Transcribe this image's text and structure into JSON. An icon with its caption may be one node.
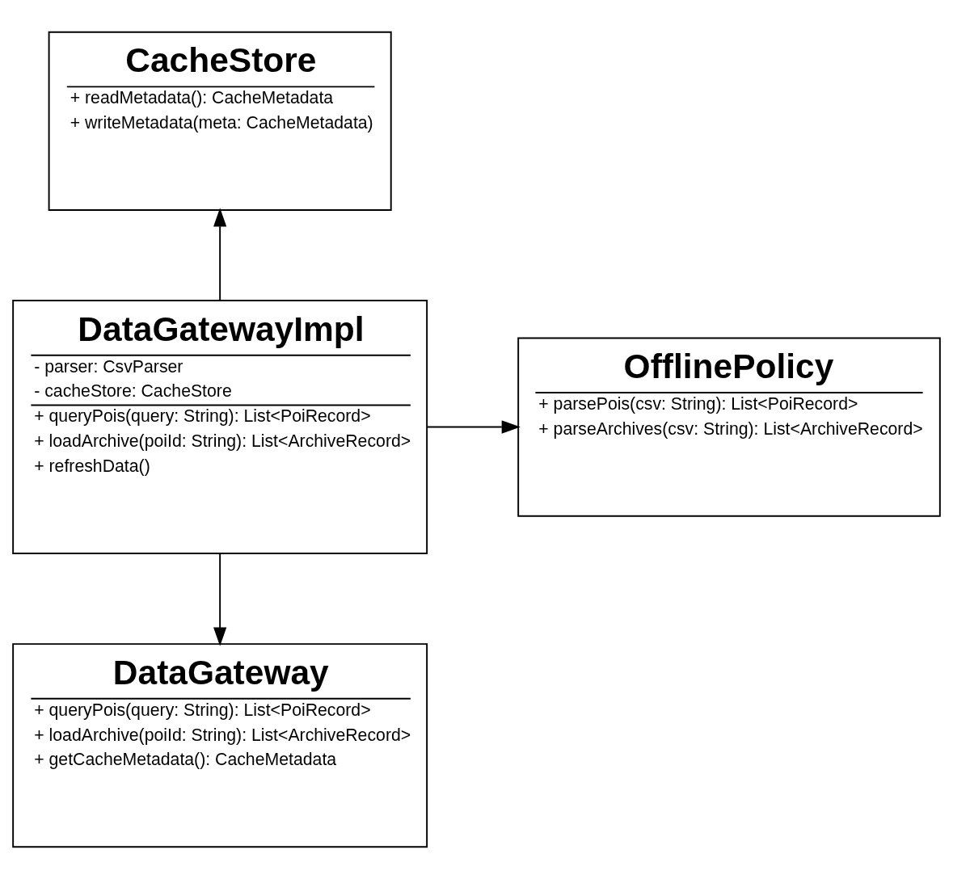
{
  "diagram": {
    "nodes": [
      {
        "text": [
          "CacheStore",
          "+ readMetadata(): CacheMetadata",
          "+ writeMetadata(meta: CacheMetadata)"
        ]
      },
      {
        "text": [
          "DataGatewayImpl",
          "- parser: CsvParser",
          "- cacheStore: CacheStore",
          "+ queryPois(query: String): List<PoiRecord>",
          "+ loadArchive(poiId: String): List<ArchiveRecord>",
          "+ refreshData()"
        ]
      },
      {
        "text": [
          "OfflinePolicy",
          "+ parsePois(csv: String): List<PoiRecord>",
          "+ parseArchives(csv: String): List<ArchiveRecord>"
        ]
      },
      {
        "text": [
          "DataGateway",
          "+ queryPois(query: String): List<PoiRecord>",
          "+ loadArchive(poiId: String): List<ArchiveRecord>",
          "+ getCacheMetadata(): CacheMetadata"
        ]
      }
    ],
    "edges": [
      {
        "from": 1,
        "to": 0,
        "arrow": "to"
      },
      {
        "from": 1,
        "to": 2,
        "arrow": "to"
      },
      {
        "from": 1,
        "to": 3,
        "arrow": "to"
      }
    ]
  }
}
